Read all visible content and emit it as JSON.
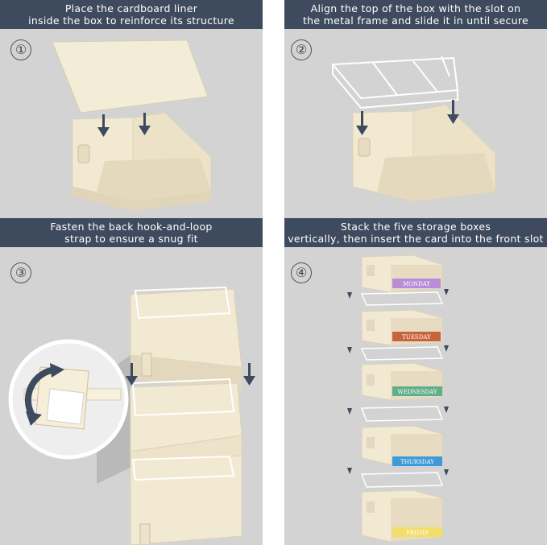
{
  "colors": {
    "banner": "#3e4a5e",
    "panel": "#d3d3d3",
    "fabric": "#f3ecd7",
    "fabric_shade": "#e3d8bd",
    "arrow": "#3e4a5e",
    "monday": "#b98cd9",
    "tuesday": "#c8643c",
    "wednesday": "#5faf8a",
    "thursday": "#3f9ad8",
    "friday": "#f2de6a"
  },
  "panels": [
    {
      "step": "①",
      "caption": [
        "Place the cardboard liner",
        "inside the box to reinforce its structure"
      ]
    },
    {
      "step": "②",
      "caption": [
        "Align the top of the box with the slot on",
        "the metal frame and slide it in until secure"
      ]
    },
    {
      "step": "③",
      "caption": [
        "Fasten the back hook-and-loop",
        "strap to ensure a snug fit"
      ]
    },
    {
      "step": "④",
      "caption": [
        "Stack the five storage boxes",
        "vertically, then insert the card into the front slot"
      ]
    }
  ],
  "day_labels": [
    "MONDAY",
    "TUESDAY",
    "WEDNESDAY",
    "THURSDAY",
    "FRIDAY"
  ],
  "icons": [
    "down-arrow-icon",
    "rotate-arrow-icon",
    "wire-frame-icon"
  ]
}
